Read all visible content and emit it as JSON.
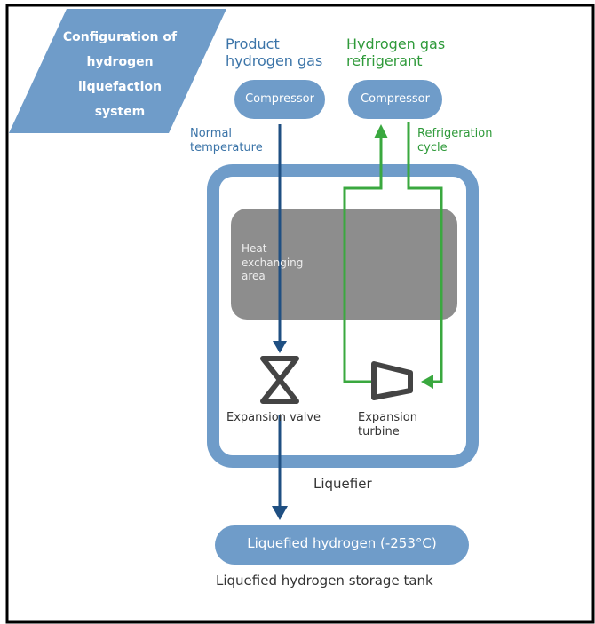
{
  "title_lines": [
    "Configuration of",
    "hydrogen",
    "liquefaction",
    "system"
  ],
  "product_gas": [
    "Product",
    "hydrogen gas"
  ],
  "refrigerant_gas": [
    "Hydrogen gas",
    "refrigerant"
  ],
  "compressor_left": "Compressor",
  "compressor_right": "Compressor",
  "normal_temperature": [
    "Normal",
    "temperature"
  ],
  "refrigeration_cycle": [
    "Refrigeration",
    "cycle"
  ],
  "heat_area": [
    "Heat",
    "exchanging",
    "area"
  ],
  "expansion_valve": "Expansion valve",
  "expansion_turbine": [
    "Expansion",
    "turbine"
  ],
  "liquefier": "Liquefier",
  "liquefied_hydrogen": "Liquefied hydrogen (-253°C)",
  "storage_tank": "Liquefied hydrogen storage tank",
  "colors": {
    "blue_fill": "#6f9cc9",
    "dark_blue": "#1f4f82",
    "green": "#3aa83f",
    "gray": "#8d8d8d",
    "label_blue": "#3b74a8",
    "label_green": "#2f9a3a"
  }
}
